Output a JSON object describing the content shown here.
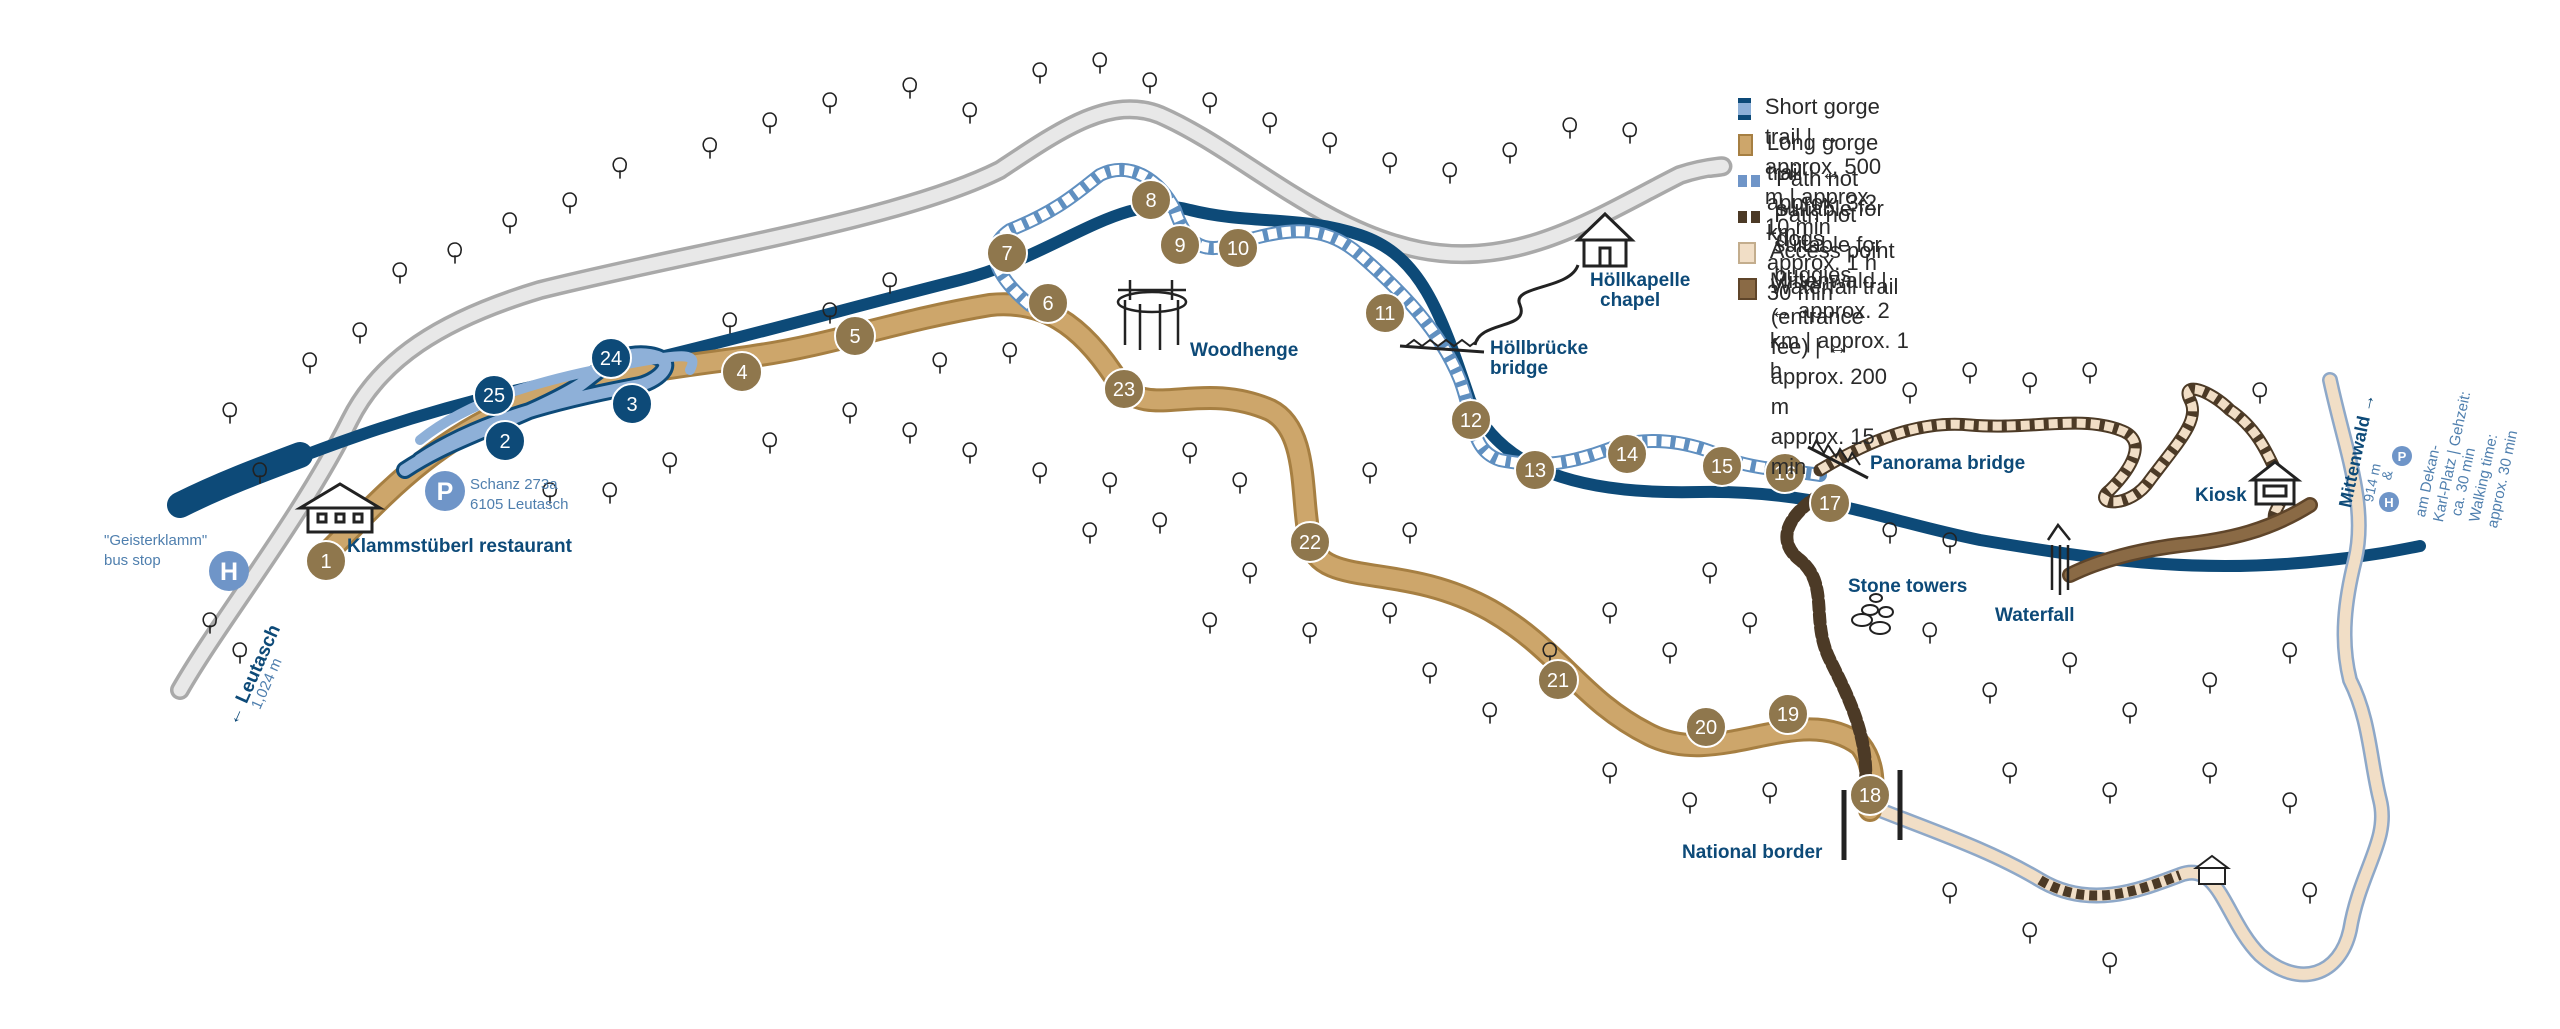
{
  "legend": {
    "short_trail": "Short gorge trail | ↔ approx. 500 m | approx. 10 min",
    "long_trail": "Long gorge trail | ↔ approx. 3,2 km | approx. 1 h 30 min",
    "no_dogs": "Path not suitable for dogs",
    "no_buggies": "Path not suitable for buggies",
    "access_mittenwald": "Access point Mittenwald | ↔ approx. 2 km | approx. 1 h",
    "waterfall_trail_1": "Waterfall trail (entrance fee) | ↔ approx. 200 m",
    "waterfall_trail_2": "approx. 15 min"
  },
  "places": {
    "restaurant": "Klammstüberl restaurant",
    "bus_stop_1": "\"Geisterklamm\"",
    "bus_stop_2": "bus stop",
    "parking_1": "Schanz 273a",
    "parking_2": "6105 Leutasch",
    "leutasch": "← Leutasch",
    "leutasch_alt": "1,024 m",
    "woodhenge": "Woodhenge",
    "bridge_1": "Höllbrücke",
    "bridge_2": "bridge",
    "chapel_1": "Höllkapelle",
    "chapel_2": "chapel",
    "panorama": "Panorama bridge",
    "stone_towers": "Stone towers",
    "waterfall": "Waterfall",
    "kiosk": "Kiosk",
    "border": "National border",
    "mittenwald": "Mittenwald →",
    "mittenwald_alt": "914 m",
    "dekan_1": "am Dekan-",
    "dekan_2": "Karl-Platz | Gehzeit:",
    "dekan_3": "ca. 30 min",
    "dekan_4": "Walking time:",
    "dekan_5": "approx. 30 min",
    "dekan_amp": "&"
  },
  "markers": [
    "1",
    "2",
    "3",
    "4",
    "5",
    "6",
    "7",
    "8",
    "9",
    "10",
    "11",
    "12",
    "13",
    "14",
    "15",
    "16",
    "17",
    "18",
    "19",
    "20",
    "21",
    "22",
    "23",
    "24",
    "25"
  ],
  "icons": {
    "bus": "H",
    "parking": "P"
  },
  "colors": {
    "river": "#0d4a78",
    "short_trail": "#8eb0d8",
    "long_trail": "#cda66b",
    "marker_long": "#8f774d",
    "marker_short": "#0d4a78",
    "access": "#f1dec6",
    "waterfall_trail": "#8a6a45",
    "label": "#0d4a78"
  }
}
